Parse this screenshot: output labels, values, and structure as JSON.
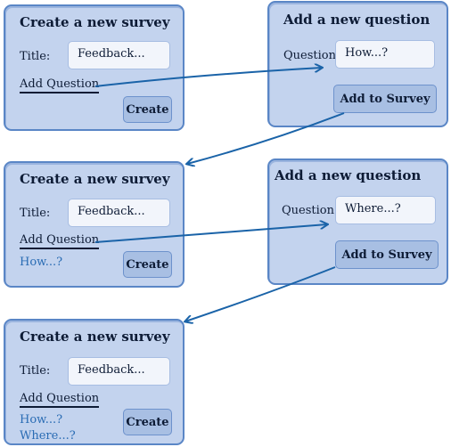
{
  "colors": {
    "panel_fill": "#c3d3ee",
    "panel_border": "#5a86c6",
    "arrow": "#1a63a8",
    "question_text": "#2a6cb4"
  },
  "survey_form": {
    "title": "Create a new survey",
    "title_label": "Title:",
    "title_value": "Feedback...",
    "add_question_link": "Add Question",
    "create_button": "Create"
  },
  "question_form": {
    "title": "Add a new question",
    "question_label": "Question:",
    "add_button": "Add to Survey"
  },
  "steps": [
    {
      "survey_questions": [],
      "new_question_value": "How...?"
    },
    {
      "survey_questions": [
        "How...?"
      ],
      "new_question_value": "Where...?"
    },
    {
      "survey_questions": [
        "How...?",
        "Where...?"
      ]
    }
  ]
}
